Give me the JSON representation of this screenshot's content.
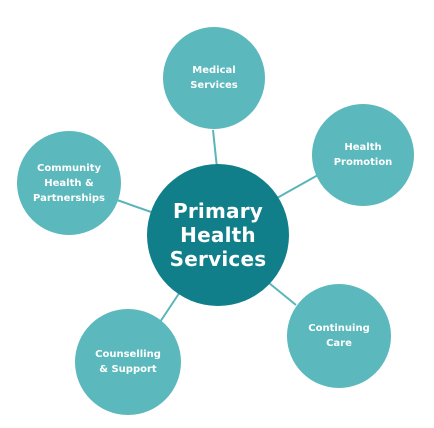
{
  "diagram": {
    "center": {
      "label": "Primary\nHealth\nServices"
    },
    "nodes": [
      {
        "key": "medical",
        "label": "Medical\nServices"
      },
      {
        "key": "health-promotion",
        "label": "Health\nPromotion"
      },
      {
        "key": "community",
        "label": "Community\nHealth &\nPartnerships"
      },
      {
        "key": "continuing-care",
        "label": "Continuing\nCare"
      },
      {
        "key": "counselling",
        "label": "Counselling\n& Support"
      }
    ],
    "colors": {
      "center": "#107f8a",
      "outer": "#5bb8bc",
      "connector": "#5ab5bb",
      "text": "#ffffff"
    }
  }
}
